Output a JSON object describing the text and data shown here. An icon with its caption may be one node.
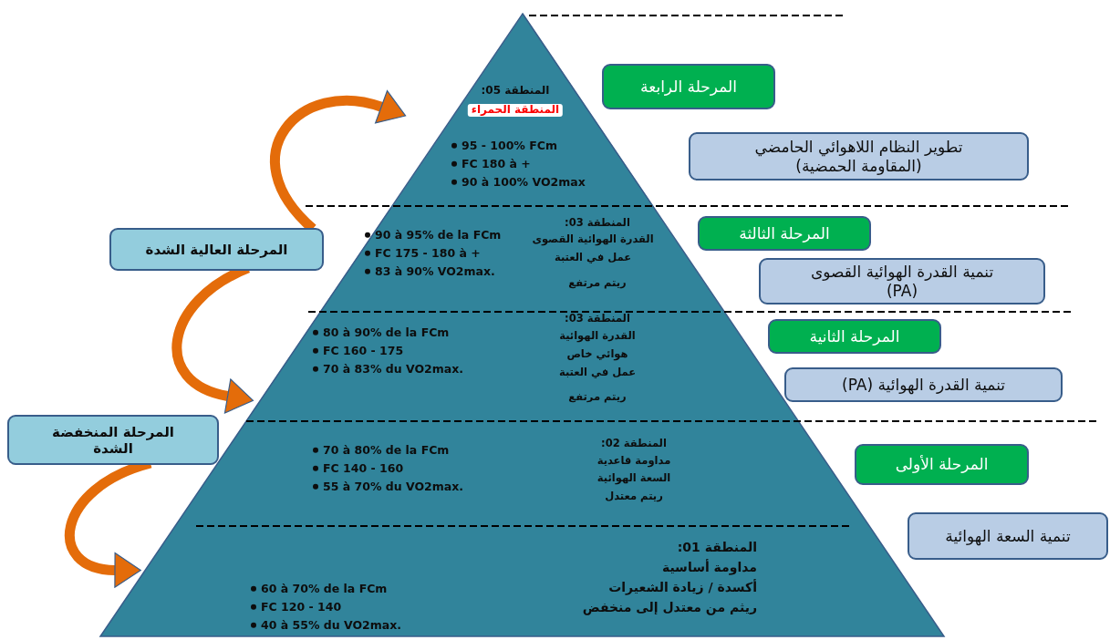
{
  "diagram": {
    "nodes": [
      {
        "text": [
          "المنطقة 05:",
          "المنطقة الحمراء",
          "95 - 100% FCm",
          "FC 180 à +",
          "90 à 100% VO2max"
        ]
      },
      {
        "text": [
          "90 à 95% de la FCm",
          "FC 175 - 180 à +",
          "83 à 90% VO2max.",
          "المنطقة 03:",
          "القدرة الهوائية القصوى",
          "عمل في العتبة",
          "ريتم مرتفع"
        ]
      },
      {
        "text": [
          "80 à 90% de la FCm",
          "FC 160 - 175",
          "70 à 83% du VO2max.",
          "المنطقة 03:",
          "القدرة الهوائية",
          "هوائي خاص",
          "عمل في العتبة",
          "ريتم مرتفع"
        ]
      },
      {
        "text": [
          "70 à 80% de la FCm",
          "FC 140 - 160",
          "55 à 70% du VO2max.",
          "المنطقة 02:",
          "مداومة قاعدية",
          "السعة الهوائية",
          "ريتم معتدل"
        ]
      },
      {
        "text": [
          "المنطقة 01:",
          "مداومة أساسية",
          "أكسدة / زيادة الشعيرات",
          "ريثم من معتدل إلى منخفض",
          "60 à 70% de la FCm",
          "FC 120 - 140",
          "40 à 55% du VO2max."
        ]
      },
      {
        "text": [
          "المرحلة الرابعة"
        ]
      },
      {
        "text": [
          "تطوير النظام اللاهوائي الحامضي (المقاومة الحمضية)"
        ]
      },
      {
        "text": [
          "المرحلة الثالثة"
        ]
      },
      {
        "text": [
          "تنمية القدرة الهوائية القصوى (PA)"
        ]
      },
      {
        "text": [
          "المرحلة الثانية"
        ]
      },
      {
        "text": [
          "تنمية القدرة الهوائية (PA)"
        ]
      },
      {
        "text": [
          "المرحلة الأولى"
        ]
      },
      {
        "text": [
          "تنمية السعة الهوائية"
        ]
      },
      {
        "text": [
          "المرحلة العالية الشدة"
        ]
      },
      {
        "text": [
          "المرحلة المنخفضة الشدة"
        ]
      }
    ],
    "edges": [
      {
        "from": 13,
        "to": 0,
        "arrow": "to"
      },
      {
        "from": 13,
        "to": 2,
        "arrow": "to"
      },
      {
        "from": 14,
        "to": 4,
        "arrow": "to"
      }
    ]
  }
}
